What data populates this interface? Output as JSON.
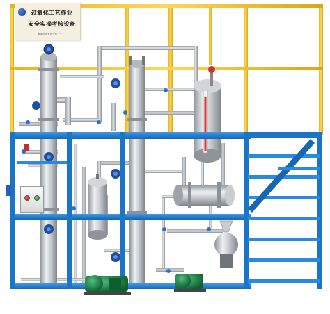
{
  "signboard": {
    "line1": "过氧化工艺作业",
    "line2": "安全实操考核设备",
    "footer": "某某科技有限公司 ·····"
  },
  "control_panel": {
    "buttons": [
      "stop-red",
      "start-green"
    ]
  },
  "colors": {
    "frame_yellow": "#f2c12e",
    "platform_blue": "#1e7fd3",
    "steel": "#b8bdc2",
    "pump_green": "#1e8a4a",
    "gauge_blue": "#1f4fa0"
  }
}
